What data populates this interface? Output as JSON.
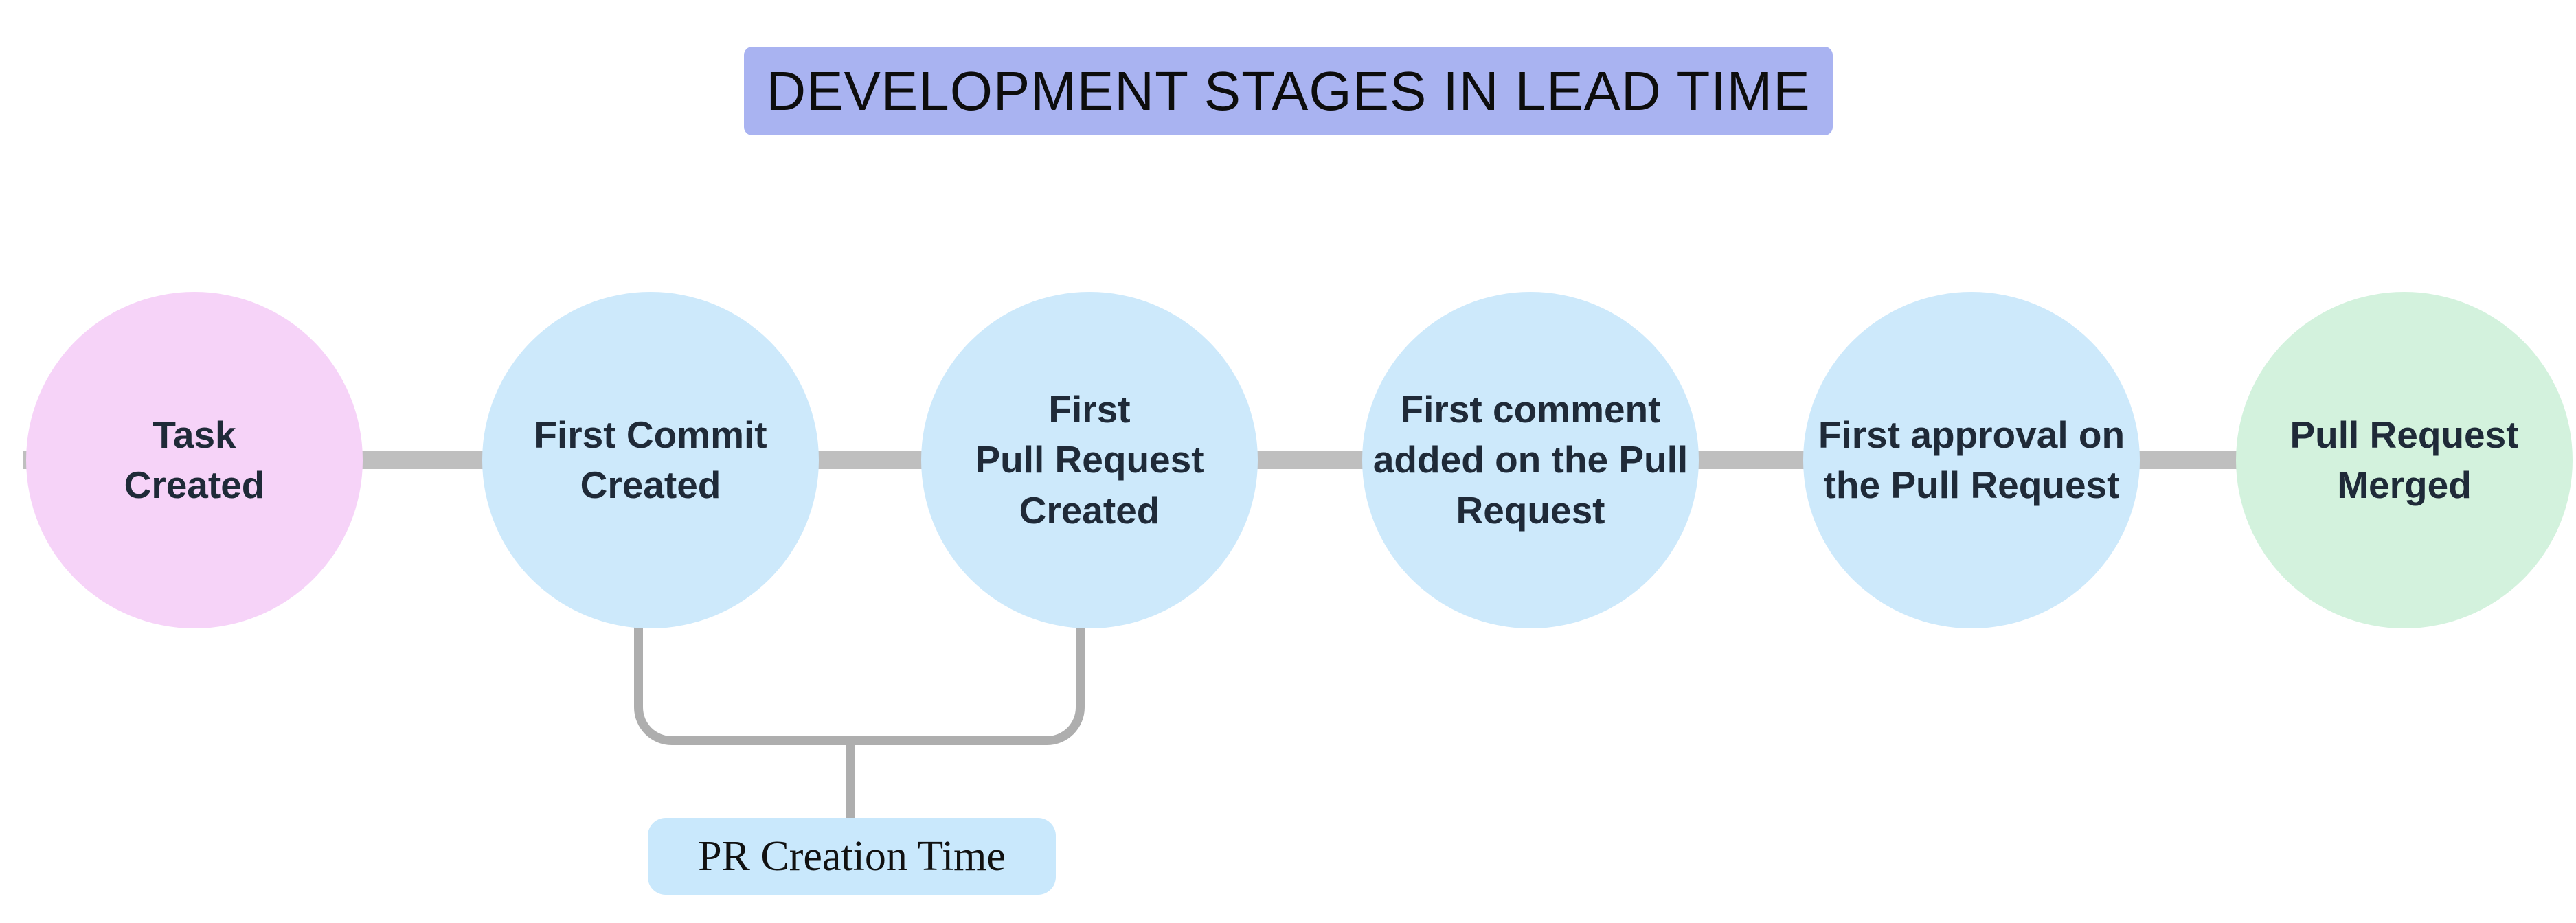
{
  "title": {
    "text": "DEVELOPMENT STAGES IN LEAD TIME",
    "bg": "#a9b3f1",
    "text_color": "#0d0d0d"
  },
  "nodes": [
    {
      "label": "Task\nCreated",
      "color": "#f6d3f8"
    },
    {
      "label": "First Commit\nCreated",
      "color": "#cde9fb"
    },
    {
      "label": "First\nPull Request\nCreated",
      "color": "#cde9fb"
    },
    {
      "label": "First comment\nadded on the Pull\nRequest",
      "color": "#cde9fb"
    },
    {
      "label": "First approval on\nthe Pull Request",
      "color": "#cde9fb"
    },
    {
      "label": "Pull Request\nMerged",
      "color": "#d3f2dd"
    }
  ],
  "node_text_color": "#1f2a38",
  "connector_color": "#bfbfbf",
  "bracket_color": "#aeaeae",
  "annotation": {
    "label": "PR Creation Time",
    "bg": "#c9e8fc",
    "text_color": "#111111"
  }
}
